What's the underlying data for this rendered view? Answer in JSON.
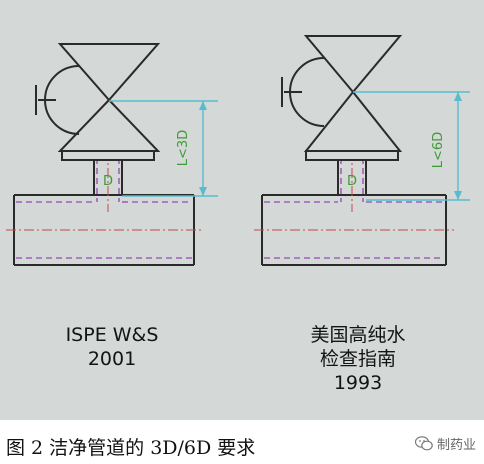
{
  "colors": {
    "background": "#d4d8d6",
    "outline": "#2a2a2a",
    "dimension": "#56bccf",
    "pipe_lining": "#a060b8",
    "centerline": "#c04a4a",
    "annotation": "#3f9a38"
  },
  "diagrams": [
    {
      "dimension_label": "L<3D",
      "pipe_label": "D",
      "caption_lines": [
        "ISPE W&S",
        "2001"
      ]
    },
    {
      "dimension_label": "L<6D",
      "pipe_label": "D",
      "caption_lines": [
        "美国高纯水",
        "检查指南",
        "1993"
      ]
    }
  ],
  "figure_caption": "图 2 洁净管道的 3D/6D 要求",
  "watermark": {
    "icon": "wechat-icon",
    "text": "制药业"
  }
}
